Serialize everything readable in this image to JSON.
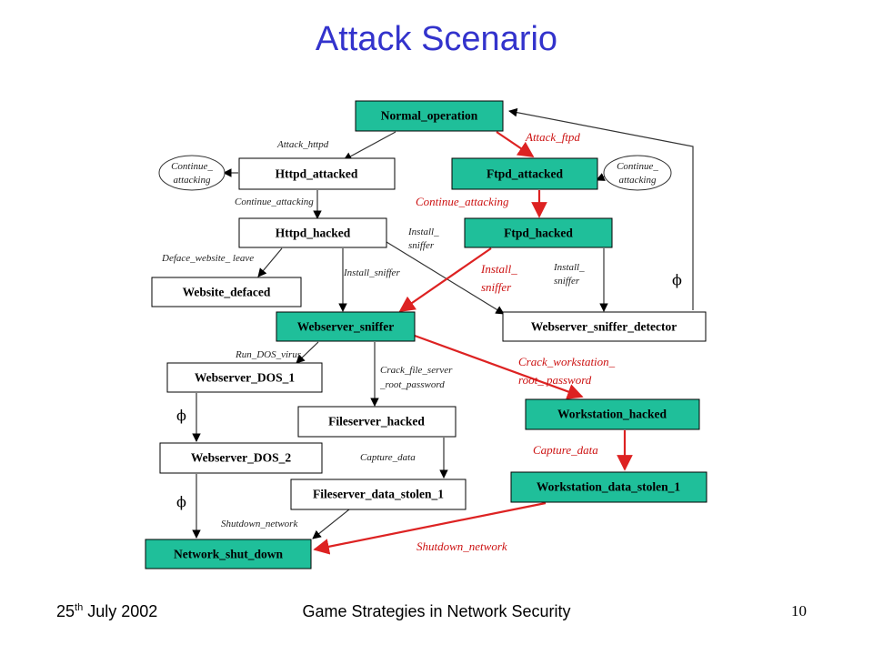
{
  "title": "Attack Scenario",
  "colors": {
    "accent_fill": "#1fbf9a",
    "attack_edge": "#dd2222",
    "normal_edge": "#333333",
    "title_color": "#3333cc"
  },
  "nodes": {
    "normal_operation": "Normal_operation",
    "httpd_attacked": "Httpd_attacked",
    "ftpd_attacked": "Ftpd_attacked",
    "httpd_hacked": "Httpd_hacked",
    "ftpd_hacked": "Ftpd_hacked",
    "website_defaced": "Website_defaced",
    "webserver_sniffer": "Webserver_sniffer",
    "webserver_sniffer_detector": "Webserver_sniffer_detector",
    "webserver_dos_1": "Webserver_DOS_1",
    "fileserver_hacked": "Fileserver_hacked",
    "workstation_hacked": "Workstation_hacked",
    "webserver_dos_2": "Webserver_DOS_2",
    "fileserver_data_stolen_1": "Fileserver_data_stolen_1",
    "workstation_data_stolen_1": "Workstation_data_stolen_1",
    "network_shut_down": "Network_shut_down",
    "continue_attacking_left": [
      "Continue_",
      "attacking"
    ],
    "continue_attacking_right": [
      "Continue_",
      "attacking"
    ]
  },
  "edge_labels": {
    "attack_httpd": "Attack_httpd",
    "attack_ftpd": "Attack_ftpd",
    "continue_attacking_httpd": "Continue_attacking",
    "continue_attacking_ftpd": "Continue_attacking",
    "install_sniffer_a": [
      "Install_",
      "sniffer"
    ],
    "install_sniffer_red": [
      "Install_",
      "sniffer"
    ],
    "install_sniffer_b": [
      "Install_",
      "sniffer"
    ],
    "install_sniffer_c": "Install_sniffer",
    "deface_website": "Deface_website_ leave",
    "phi_right": "ϕ",
    "run_dos_virus": "Run_DOS_virus",
    "crack_file_server": [
      "Crack_file_server",
      "_root_password"
    ],
    "crack_workstation": [
      "Crack_workstation_",
      "root_ password"
    ],
    "phi_dos1": "ϕ",
    "capture_data_file": "Capture_data",
    "capture_data_ws": "Capture_data",
    "phi_dos2": "ϕ",
    "shutdown_network_black": "Shutdown_network",
    "shutdown_network_red": "Shutdown_network"
  },
  "footer": {
    "date_day": "25",
    "date_suffix": "th",
    "date_rest": " July 2002",
    "center": "Game Strategies in Network Security",
    "page": "10"
  }
}
